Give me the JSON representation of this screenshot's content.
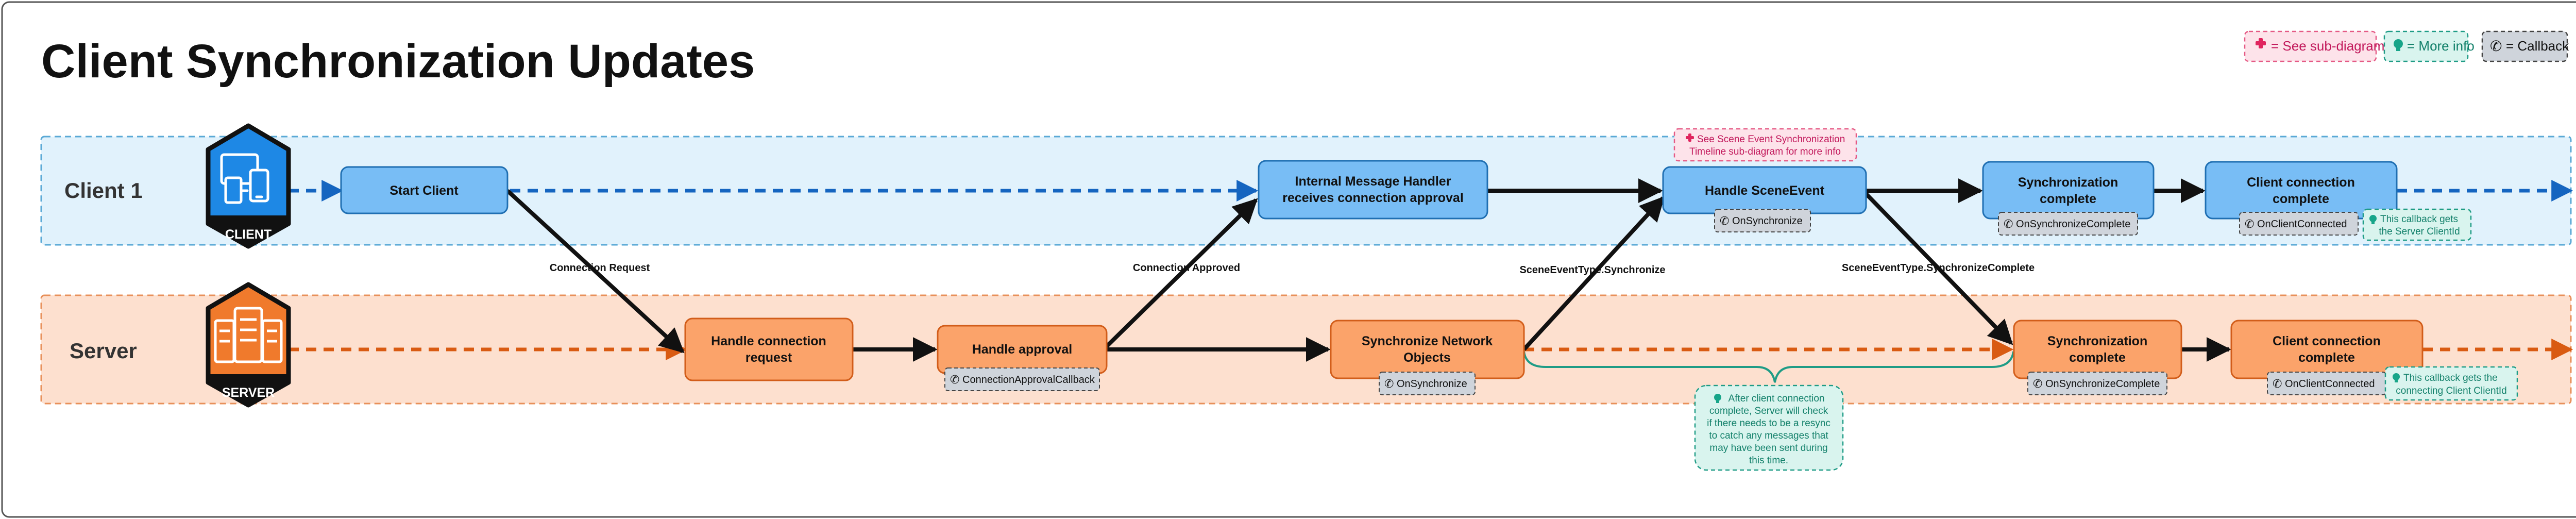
{
  "title": "Client Synchronization Updates",
  "legend": {
    "sub_diagram": "= See sub-diagram",
    "more_info": "= More info",
    "callback": "= Callback"
  },
  "lanes": {
    "client": "Client 1",
    "server": "Server"
  },
  "badges": {
    "client": "CLIENT",
    "server": "SERVER"
  },
  "nodes": {
    "start_client": "Start Client",
    "internal_handler_1": "Internal Message Handler",
    "internal_handler_2": "receives connection approval",
    "handle_scene_event": "Handle SceneEvent",
    "client_sync_1": "Synchronization",
    "client_sync_2": "complete",
    "client_connected_1": "Client connection",
    "client_connected_2": "complete",
    "handle_conn_req_1": "Handle connection",
    "handle_conn_req_2": "request",
    "handle_approval": "Handle approval",
    "sync_network_1": "Synchronize Network",
    "sync_network_2": "Objects",
    "server_sync_1": "Synchronization",
    "server_sync_2": "complete",
    "server_connected_1": "Client connection",
    "server_connected_2": "complete"
  },
  "callbacks": {
    "client_on_sync": "OnSynchronize",
    "client_on_sync_complete": "OnSynchronizeComplete",
    "client_on_connected": "OnClientConnected",
    "server_approval": "ConnectionApprovalCallback",
    "server_on_sync": "OnSynchronize",
    "server_on_sync_complete": "OnSynchronizeComplete",
    "server_on_connected": "OnClientConnected"
  },
  "edge_labels": {
    "connection_request": "Connection Request",
    "connection_approved": "Connection Approved",
    "synchronize": "SceneEventType.Synchronize",
    "synchronize_complete": "SceneEventType.SynchronizeComplete"
  },
  "notes": {
    "scene_event_1": "See Scene Event Synchronization",
    "scene_event_2": "Timeline sub-diagram for more info",
    "client_cb_1": "This callback gets",
    "client_cb_2": "the Server ClientId",
    "server_cb_1": "This callback gets the",
    "server_cb_2": "connecting Client ClientId",
    "resync_1": "After client connection",
    "resync_2": "complete, Server will check",
    "resync_3": "if there needs to be a resync",
    "resync_4": "to catch any messages that",
    "resync_5": "may have been sent during",
    "resync_6": "this time."
  },
  "colors": {
    "client_lane": "#e1f2fc",
    "client_lane_border": "#5aa9d6",
    "server_lane": "#fde0cf",
    "server_lane_border": "#e8905a",
    "client_node": "#78bdf5",
    "client_node_border": "#1f6fb2",
    "server_node": "#fba36a",
    "server_node_border": "#d25d1a",
    "client_badge": "#1e88e5",
    "server_badge": "#f07a2c",
    "client_dash": "#1565c0",
    "server_dash": "#d95b12",
    "note_green": "#12806a",
    "note_pink": "#c2185b"
  }
}
